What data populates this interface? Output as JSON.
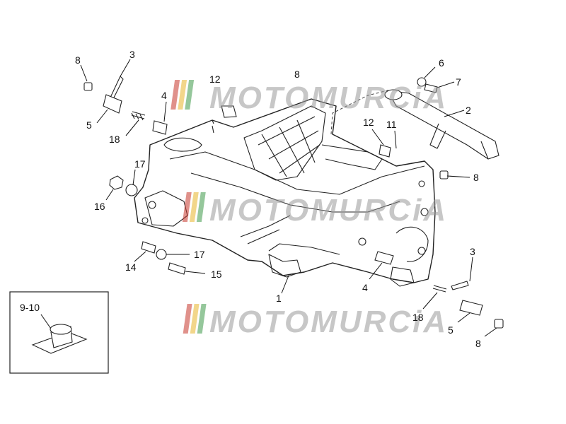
{
  "diagram": {
    "labels": {
      "l1": "1",
      "l2": "2",
      "l3a": "3",
      "l3b": "3",
      "l4a": "4",
      "l4b": "4",
      "l5a": "5",
      "l5b": "5",
      "l6": "6",
      "l7": "7",
      "l8a": "8",
      "l8b": "8",
      "l8c": "8",
      "l8d": "8",
      "l11": "11",
      "l12a": "12",
      "l12b": "12",
      "l14": "14",
      "l15": "15",
      "l16": "16",
      "l17a": "17",
      "l17b": "17",
      "l18a": "18",
      "l18b": "18",
      "l910": "9-10"
    },
    "watermark": {
      "text": "MOTOMURCiA",
      "colors": [
        "#c8382e",
        "#e8b62c",
        "#3f9b4a"
      ]
    }
  }
}
